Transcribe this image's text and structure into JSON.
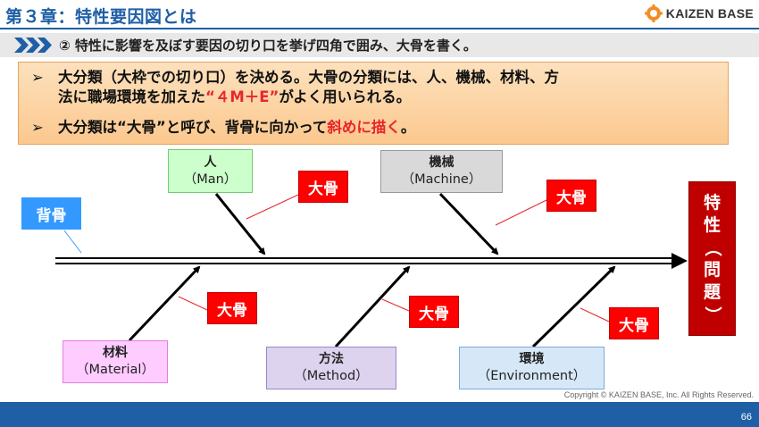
{
  "header": {
    "title": "第３章：特性要因図とは",
    "logo_text": "KAIZEN BASE"
  },
  "subheader": {
    "text": "② 特性に影響を及ぼす要因の切り口を挙げ四角で囲み、大骨を書く。"
  },
  "bullets": {
    "b1_line1": "大分類（大枠での切り口）を決める。大骨の分類には、人、機械、材料、方",
    "b1_line2_pre": "法に職場環境を加えた",
    "b1_line2_red": "“４M＋E”",
    "b1_line2_post": "がよく用いられる。",
    "b2_pre": "大分類は“大骨”と呼び、背骨に向かって",
    "b2_red": "斜めに描く",
    "b2_post": "。"
  },
  "diagram": {
    "spine_label": "背骨",
    "big_bone_label": "大骨",
    "effect": {
      "line1": "特",
      "line2": "性",
      "line3": "（",
      "line4": "問",
      "line5": "題",
      "line6": "）"
    },
    "man": {
      "jp": "人",
      "en": "（Man）"
    },
    "machine": {
      "jp": "機械",
      "en": "（Machine）"
    },
    "material": {
      "jp": "材料",
      "en": "（Material）"
    },
    "method": {
      "jp": "方法",
      "en": "（Method）"
    },
    "environment": {
      "jp": "環境",
      "en": "（Environment）"
    }
  },
  "footer": {
    "copyright": "Copyright ©  KAIZEN BASE, Inc.  All Rights Reserved.",
    "page_number": "66"
  },
  "colors": {
    "brand_blue": "#1f5fa6",
    "big_bone_red": "#ff0000",
    "effect_red": "#c00000",
    "spine_label_blue": "#3399ff"
  }
}
